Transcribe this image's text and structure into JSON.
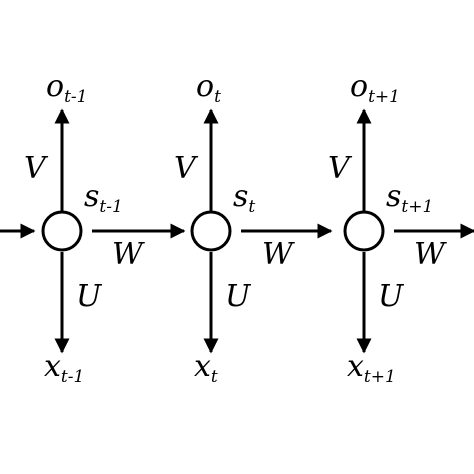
{
  "diagram": {
    "colors": {
      "stroke": "#000000",
      "node_fill": "#ffffff",
      "background": "#ffffff"
    },
    "cells": [
      {
        "output": {
          "base": "o",
          "sub": "t-1"
        },
        "state": {
          "base": "s",
          "sub": "t-1"
        },
        "input": {
          "base": "x",
          "sub": "t-1"
        },
        "v_label": "V",
        "u_label": "U",
        "w_label": "W"
      },
      {
        "output": {
          "base": "o",
          "sub": "t"
        },
        "state": {
          "base": "s",
          "sub": "t"
        },
        "input": {
          "base": "x",
          "sub": "t"
        },
        "v_label": "V",
        "u_label": "U",
        "w_label": "W"
      },
      {
        "output": {
          "base": "o",
          "sub": "t+1"
        },
        "state": {
          "base": "s",
          "sub": "t+1"
        },
        "input": {
          "base": "x",
          "sub": "t+1"
        },
        "v_label": "V",
        "u_label": "U",
        "w_label": "W"
      }
    ]
  }
}
